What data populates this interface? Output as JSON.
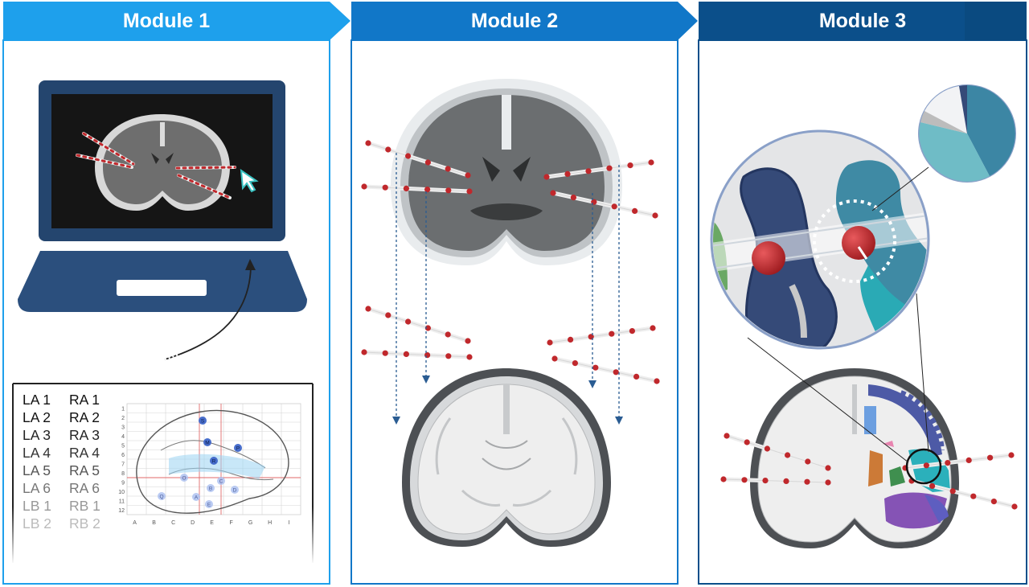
{
  "modules": [
    {
      "title": "Module 1"
    },
    {
      "title": "Module 2"
    },
    {
      "title": "Module 3"
    }
  ],
  "electrode_labels": [
    [
      "LA 1",
      "RA 1"
    ],
    [
      "LA 2",
      "RA 2"
    ],
    [
      "LA 3",
      "RA 3"
    ],
    [
      "LA 4",
      "RA 4"
    ],
    [
      "LA 5",
      "RA 5"
    ],
    [
      "LA 6",
      "RA 6"
    ],
    [
      "LB 1",
      "RB 1"
    ],
    [
      "LB 2",
      "RB 2"
    ]
  ],
  "brain_grid": {
    "rows": [
      "1",
      "2",
      "3",
      "4",
      "5",
      "6",
      "7",
      "8",
      "9",
      "10",
      "11",
      "12"
    ],
    "cols": [
      "A",
      "B",
      "C",
      "D",
      "E",
      "F",
      "G",
      "H",
      "I"
    ],
    "markers": [
      "S",
      "M",
      "P",
      "R",
      "O",
      "C",
      "B",
      "D",
      "A",
      "Q",
      "E"
    ]
  },
  "colors": {
    "module1": "#1ea0ec",
    "module2": "#1177c8",
    "module3": "#0b4f8a",
    "electrode": "#c0282c",
    "laptop": "#24456e"
  }
}
